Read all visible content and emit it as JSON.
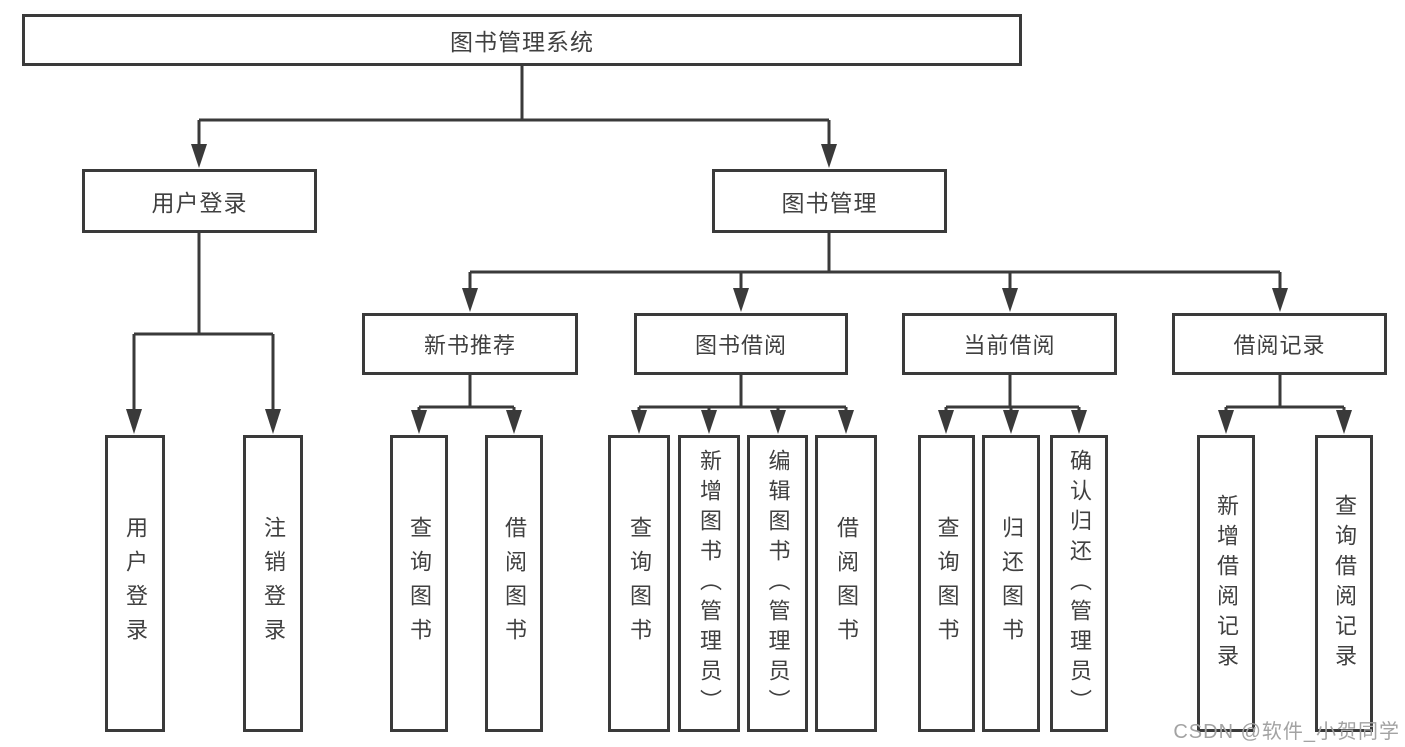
{
  "colors": {
    "line": "#3a3a3a",
    "box_border": "#3a3a3a",
    "text": "#404040",
    "background": "#ffffff",
    "watermark": "#a3a3a3"
  },
  "tree": {
    "root": "图书管理系统",
    "children": [
      {
        "label": "用户登录",
        "children": [
          {
            "label": "用户登录"
          },
          {
            "label": "注销登录"
          }
        ]
      },
      {
        "label": "图书管理",
        "children": [
          {
            "label": "新书推荐",
            "children": [
              {
                "label": "查询图书"
              },
              {
                "label": "借阅图书"
              }
            ]
          },
          {
            "label": "图书借阅",
            "children": [
              {
                "label": "查询图书"
              },
              {
                "label": "新增图书（管理员）"
              },
              {
                "label": "编辑图书（管理员）"
              },
              {
                "label": "借阅图书"
              }
            ]
          },
          {
            "label": "当前借阅",
            "children": [
              {
                "label": "查询图书"
              },
              {
                "label": "归还图书"
              },
              {
                "label": "确认归还（管理员）"
              }
            ]
          },
          {
            "label": "借阅记录",
            "children": [
              {
                "label": "新增借阅记录"
              },
              {
                "label": "查询借阅记录"
              }
            ]
          }
        ]
      }
    ]
  },
  "watermark": {
    "text": "CSDN @软件_小贺同学"
  }
}
